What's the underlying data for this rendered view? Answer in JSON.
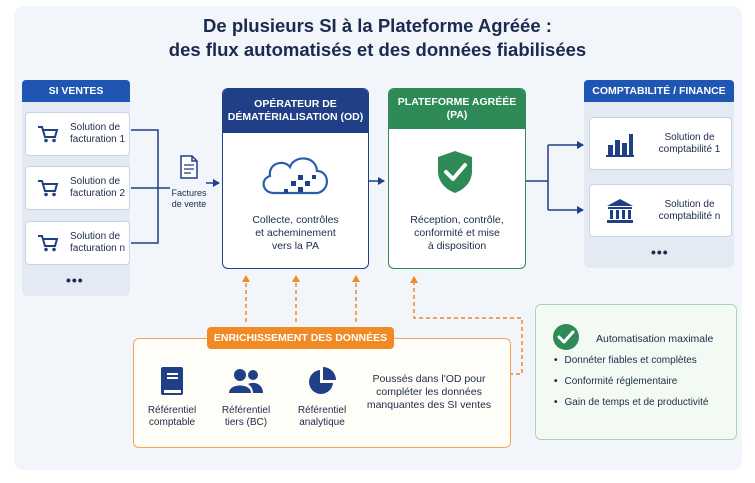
{
  "title": {
    "line1": "De plusieurs SI à la Plateforme Agréée :",
    "line2": "des flux automatisés et des données fiabilisées"
  },
  "si_ventes": {
    "header": "SI VENTES",
    "items": [
      {
        "label": "Solution de facturation 1",
        "icon": "shopping-cart-icon"
      },
      {
        "label": "Solution de facturation 2",
        "icon": "shopping-cart-icon"
      },
      {
        "label": "Solution de facturation n",
        "icon": "shopping-cart-icon"
      }
    ],
    "more": "•••"
  },
  "factures": {
    "label_line1": "Factures",
    "label_line2": "de vente",
    "icon": "document-icon"
  },
  "od": {
    "header_line1": "OPÉRATEUR DE",
    "header_line2": "DÉMATÉRIALISATION (OD)",
    "icon": "cloud-icon",
    "text_line1": "Collecte, contrôles",
    "text_line2": "et acheminement",
    "text_line3": "vers la PA"
  },
  "pa": {
    "header": "PLATEFORME AGRÉÉE (PA)",
    "icon": "shield-check-icon",
    "text_line1": "Réception, contrôle,",
    "text_line2": "conformité et mise",
    "text_line3": "à disposition"
  },
  "compta": {
    "header": "COMPTABILITÉ / FINANCE",
    "items": [
      {
        "label": "Solution de comptabilité 1",
        "icon": "bar-chart-icon"
      },
      {
        "label": "Solution de comptabilité n",
        "icon": "bank-icon"
      }
    ],
    "more": "•••"
  },
  "enrichment": {
    "header": "ENRICHISSEMENT DES DONNÉES",
    "refs": [
      {
        "line1": "Référentiel",
        "line2": "comptable",
        "icon": "book-icon"
      },
      {
        "line1": "Référentiel",
        "line2": "tiers (BC)",
        "icon": "users-icon"
      },
      {
        "line1": "Référentiel",
        "line2": "analytique",
        "icon": "pie-chart-icon"
      }
    ],
    "note_line1": "Poussés dans l'OD pour",
    "note_line2": "compléter les données",
    "note_line3": "manquantes des SI ventes"
  },
  "benefits": {
    "icon": "check-circle-icon",
    "title": "Automatisation maximale",
    "items": [
      "Donnéter fiables et complètes",
      "Conformité réglementaire",
      "Gain de temps et de productivité"
    ]
  },
  "colors": {
    "navy": "#1f3f86",
    "blue": "#2a5db0",
    "green": "#2e8b57",
    "orange": "#f08a24"
  }
}
